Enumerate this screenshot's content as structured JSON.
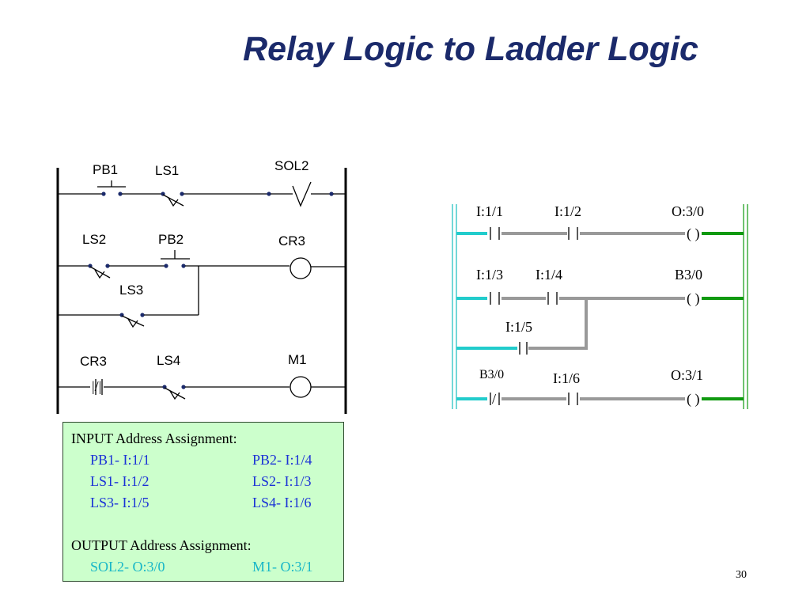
{
  "title": "Relay Logic to Ladder Logic",
  "page_number": "30",
  "relay_diagram": {
    "labels": {
      "pb1": "PB1",
      "ls1": "LS1",
      "sol2": "SOL2",
      "ls2": "LS2",
      "pb2": "PB2",
      "cr3_coil": "CR3",
      "ls3": "LS3",
      "cr3_contact": "CR3",
      "ls4": "LS4",
      "m1": "M1"
    },
    "cr3_contact_symbol": "|/|"
  },
  "ladder_diagram": {
    "rung1": {
      "a": "I:1/1",
      "b": "I:1/2",
      "out": "O:3/0",
      "coil": "( )"
    },
    "rung2": {
      "a": "I:1/3",
      "b": "I:1/4",
      "branch": "I:1/5",
      "out": "B3/0",
      "coil": "( )"
    },
    "rung3": {
      "a": "B3/0",
      "b": "I:1/6",
      "out": "O:3/1",
      "coil": "( )",
      "nc_symbol": "/"
    },
    "colors": {
      "left_wire": "#22cccc",
      "mid_wire": "#999999",
      "right_wire": "#109910"
    }
  },
  "address_box": {
    "input_header": "INPUT Address Assignment:",
    "inputs": [
      [
        "PB1-  I:1/1",
        "PB2-  I:1/4"
      ],
      [
        "LS1-  I:1/2",
        "LS2-  I:1/3"
      ],
      [
        "LS3-  I:1/5",
        "LS4-  I:1/6"
      ]
    ],
    "output_header": "OUTPUT Address Assignment:",
    "outputs": [
      "SOL2-  O:3/0",
      "M1-  O:3/1"
    ]
  }
}
